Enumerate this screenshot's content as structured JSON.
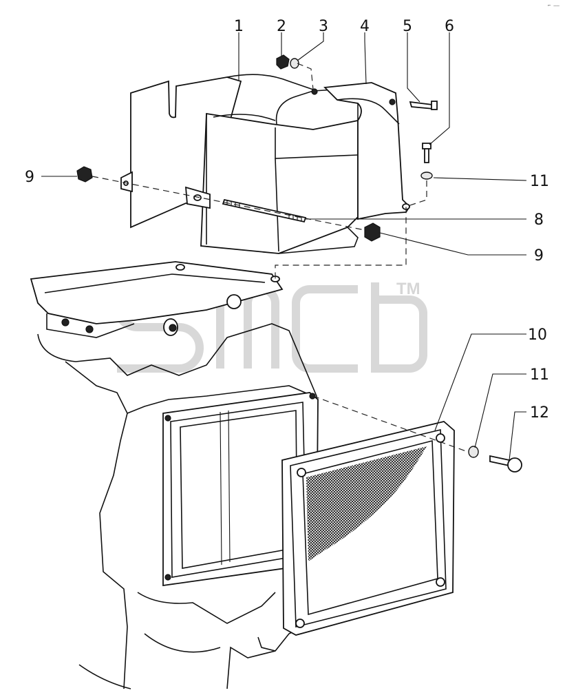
{
  "diagram": {
    "corner_mark": "⌐ ––",
    "watermark": "TM",
    "callouts": [
      {
        "id": "c1",
        "label": "1"
      },
      {
        "id": "c2",
        "label": "2"
      },
      {
        "id": "c3",
        "label": "3"
      },
      {
        "id": "c4",
        "label": "4"
      },
      {
        "id": "c5",
        "label": "5"
      },
      {
        "id": "c6",
        "label": "6"
      },
      {
        "id": "c9a",
        "label": "9"
      },
      {
        "id": "c11a",
        "label": "11"
      },
      {
        "id": "c8",
        "label": "8"
      },
      {
        "id": "c9b",
        "label": "9"
      },
      {
        "id": "c10",
        "label": "10"
      },
      {
        "id": "c11b",
        "label": "11"
      },
      {
        "id": "c12",
        "label": "12"
      }
    ],
    "colors": {
      "line": "#111111",
      "background": "#ffffff",
      "watermark": "#d6d6d6"
    }
  }
}
